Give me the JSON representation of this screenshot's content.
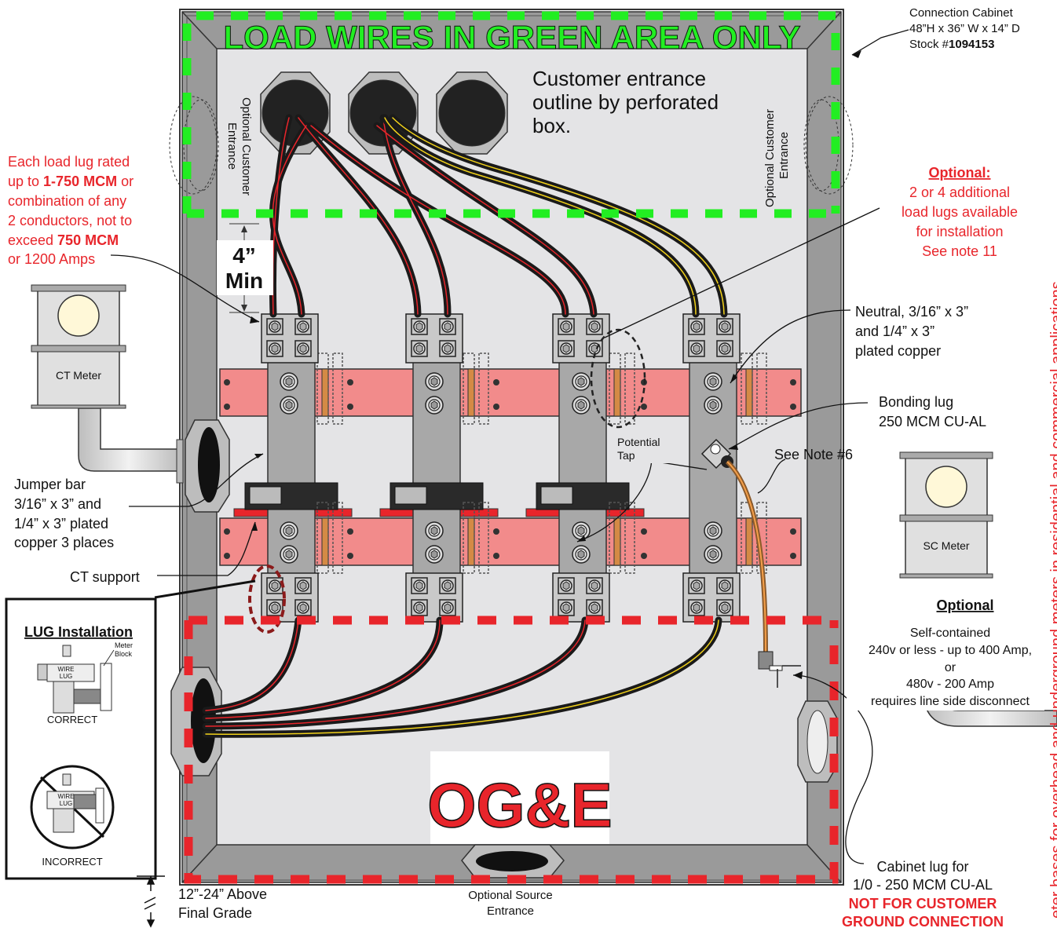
{
  "colors": {
    "red": "#e8252b",
    "green": "#22ee22",
    "busbar": "#f28b8b",
    "cabinet": "#9a9a9a",
    "interior": "#e4e4e6"
  },
  "header": {
    "green_banner": "LOAD WIRES IN GREEN AREA ONLY"
  },
  "cabinet": {
    "line1": "Connection Cabinet",
    "line2": "48”H x 36” W x 14” D",
    "stock_prefix": "Stock #",
    "stock_number": "1094153"
  },
  "entrance_note": {
    "line1": "Customer entrance",
    "line2": "outline by perforated",
    "line3": "box."
  },
  "optional_left": {
    "line1": "Optional Customer",
    "line2": "Entrance"
  },
  "optional_right": {
    "line1": "Optional Customer",
    "line2": "Entrance"
  },
  "load_lug_note": {
    "l1a": "Each load lug rated",
    "l2a": "up to ",
    "l2b": "1-750 MCM",
    "l2c": " or",
    "l3": "combination of any",
    "l4": "2 conductors, not to",
    "l5a": "exceed ",
    "l5b": "750 MCM",
    "l6": "or 1200 Amps"
  },
  "min_note": {
    "line1": "4”",
    "line2": "Min"
  },
  "optional_lugs": {
    "title": "Optional:",
    "l1": "2 or 4 additional",
    "l2": "load lugs available",
    "l3": "for installation",
    "l4": "See note 11"
  },
  "neutral_note": {
    "l1": "Neutral, 3/16” x 3”",
    "l2": "and 1/4” x 3”",
    "l3": "plated copper"
  },
  "bonding_note": {
    "l1": "Bonding lug",
    "l2": "250 MCM CU-AL"
  },
  "potential_tap": {
    "l1": "Potential",
    "l2": "Tap"
  },
  "see_note": "See Note #6",
  "ct_meter": "CT Meter",
  "sc_meter": "SC Meter",
  "jumper_note": {
    "l1": "Jumper bar",
    "l2": "3/16” x 3” and",
    "l3": "1/4” x 3” plated",
    "l4": "copper 3 places"
  },
  "ct_support": "CT support",
  "sc_optional": {
    "title": "Optional",
    "l1": "Self-contained",
    "l2": "240v or less - up to 400 Amp,",
    "l3": "or",
    "l4": "480v - 200 Amp",
    "l5": "requires line side disconnect"
  },
  "lug_install": {
    "title": "LUG Installation",
    "wire": "WIRE",
    "lug": "LUG",
    "meter": "Meter",
    "block": "Block",
    "correct": "CORRECT",
    "incorrect": "INCORRECT"
  },
  "logo": "OG&E",
  "cabinet_lug": {
    "l1": "Cabinet lug for",
    "l2": "1/0 - 250 MCM CU-AL",
    "l3": "NOT FOR CUSTOMER",
    "l4": "GROUND CONNECTION"
  },
  "grade_note": {
    "l1": "12”-24” Above",
    "l2": "Final Grade"
  },
  "source_entrance": {
    "l1": "Optional Source",
    "l2": "Entrance"
  },
  "side_text": "eter bases for overhead and underground meters in residential and commercial applications."
}
